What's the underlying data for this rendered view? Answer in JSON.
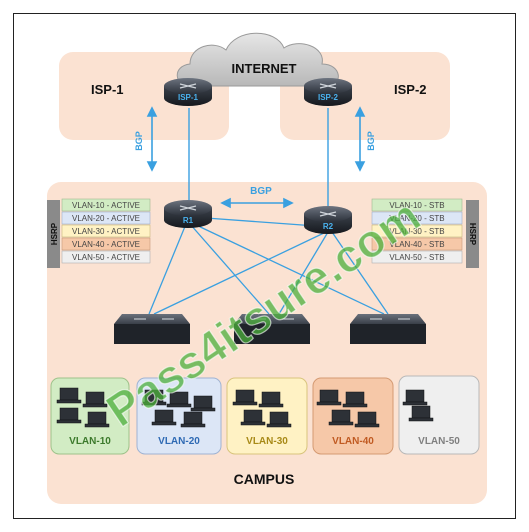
{
  "internet_label": "INTERNET",
  "isp1_label": "ISP-1",
  "isp2_label": "ISP-2",
  "campus_label": "CAMPUS",
  "routers": {
    "isp1": "ISP-1",
    "isp2": "ISP-2",
    "r1": "R1",
    "r2": "R2"
  },
  "links": {
    "bgp_left": "BGP",
    "bgp_right": "BGP",
    "bgp_middle": "BGP"
  },
  "hsrp": {
    "left": "HSRP",
    "right": "HSRP",
    "r1_states": [
      "VLAN-10 - ACTIVE",
      "VLAN-20 - ACTIVE",
      "VLAN-30 - ACTIVE",
      "VLAN-40 - ACTIVE",
      "VLAN-50 - ACTIVE"
    ],
    "r2_states": [
      "VLAN-10 - STB",
      "VLAN-20 - STB",
      "VLAN-30 - STB",
      "VLAN-40 - STB",
      "VLAN-50 - STB"
    ]
  },
  "vlans": [
    "VLAN-10",
    "VLAN-20",
    "VLAN-30",
    "VLAN-40",
    "VLAN-50"
  ],
  "watermark": "Pass4itsure.com",
  "colors": {
    "vlan10_fill": "#d2ecc4",
    "vlan10_text": "#3c7a2c",
    "vlan20_fill": "#dce6f6",
    "vlan20_text": "#2f6ab4",
    "vlan30_fill": "#fff2c4",
    "vlan30_text": "#a88a18",
    "vlan40_fill": "#f6c8a8",
    "vlan40_text": "#c05a22",
    "vlan50_fill": "#efefef",
    "vlan50_text": "#808080",
    "zone_fill": "#fbe2d2",
    "link_blue": "#3aa0e0",
    "watermark": "#4caf3c"
  }
}
